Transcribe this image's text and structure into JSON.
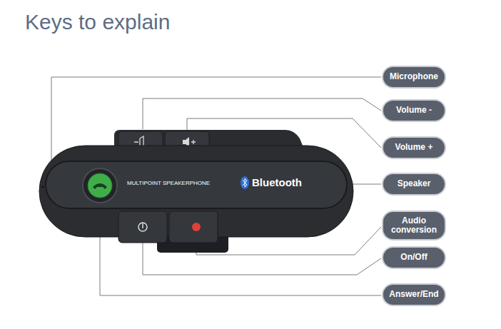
{
  "diagram": {
    "title": "Keys to explain",
    "nodes": [
      {
        "text": [
          "Microphone"
        ]
      },
      {
        "text": [
          "Volume -"
        ]
      },
      {
        "text": [
          "Volume +"
        ]
      },
      {
        "text": [
          "Speaker"
        ]
      },
      {
        "text": [
          "Audio conversion"
        ]
      },
      {
        "text": [
          "On/Off"
        ]
      },
      {
        "text": [
          "Answer/End"
        ]
      }
    ],
    "labels": [
      "MULTIPOINT SPEAKERPHONE",
      "Bluetooth"
    ]
  }
}
